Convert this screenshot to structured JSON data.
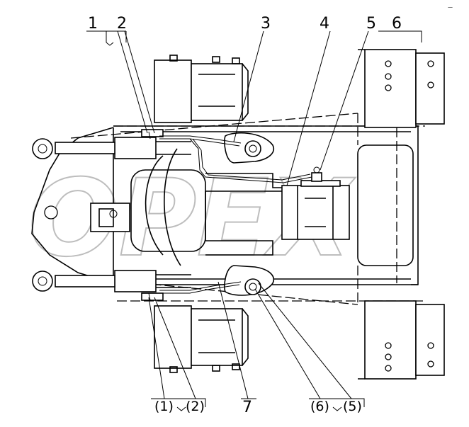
{
  "callouts": {
    "top": [
      "1",
      "2",
      "3",
      "4",
      "5",
      "6"
    ],
    "bottom": [
      "(1)",
      "(2)",
      "7",
      "(6)",
      "(5)"
    ]
  },
  "watermark": "OPEX",
  "corner_mark": "—"
}
